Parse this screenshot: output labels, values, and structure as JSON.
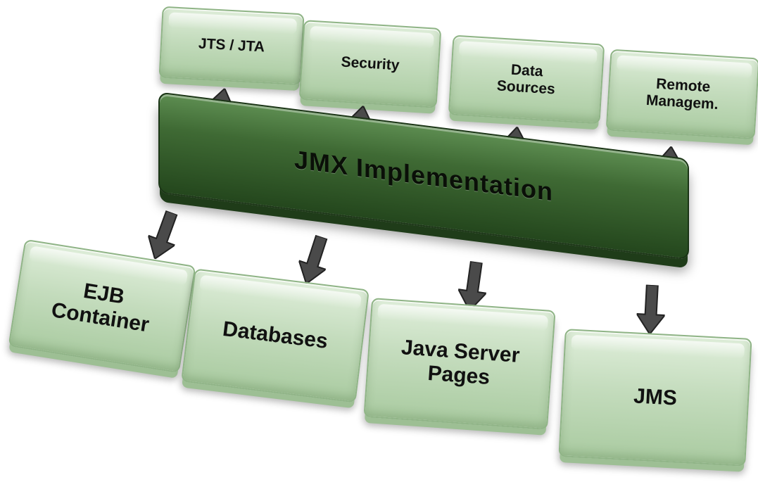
{
  "diagram": {
    "center": {
      "label": "JMX Implementation"
    },
    "top_boxes": [
      {
        "label": "JTS / JTA"
      },
      {
        "label": "Security"
      },
      {
        "label": "Data\nSources"
      },
      {
        "label": "Remote\nManagem."
      }
    ],
    "bottom_boxes": [
      {
        "label": "EJB\nContainer"
      },
      {
        "label": "Databases"
      },
      {
        "label": "Java Server\nPages"
      },
      {
        "label": "JMS"
      }
    ],
    "colors": {
      "box_fill": "#c4dcbd",
      "bar_fill": "#3f6a34",
      "arrow_fill": "#4a4a4a"
    }
  }
}
